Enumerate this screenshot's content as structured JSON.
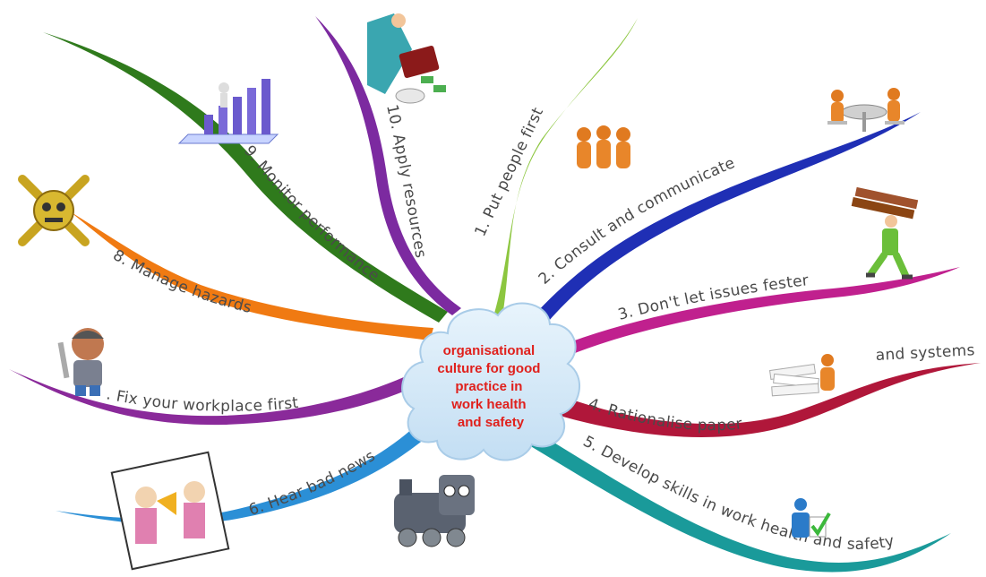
{
  "center": {
    "lines": [
      "organisational",
      "culture for good",
      "practice in",
      "work health",
      "and safety"
    ],
    "text_color": "#e0201c",
    "cloud_color": "#cfe6f7"
  },
  "branches": [
    {
      "id": "put-people-first",
      "label": "1. Put people first",
      "color": "#8cc63f",
      "icon": "people-group-icon"
    },
    {
      "id": "consult-communicate",
      "label": "2. Consult and communicate",
      "color": "#1f2fb5",
      "icon": "meeting-table-icon"
    },
    {
      "id": "issues-fester",
      "label": "3. Don't let issues fester",
      "color": "#c0208e",
      "icon": "worker-carrying-planks-icon"
    },
    {
      "id": "rationalise-paperwork",
      "label": "4. Rationalise paperwork",
      "extra": "and systems",
      "color": "#b0173a",
      "icon": "paperwork-pile-icon"
    },
    {
      "id": "develop-skills",
      "label": "5. Develop skills in work health and safety",
      "color": "#1a9a9a",
      "icon": "person-checkmark-icon"
    },
    {
      "id": "hear-bad-news",
      "label": "6. Hear bad news",
      "color": "#2b8fd6",
      "icon": "megaphone-people-icon"
    },
    {
      "id": "fix-workplace",
      "label": ". Fix your workplace first",
      "color": "#8a2a9a",
      "icon": "wrench-worker-icon"
    },
    {
      "id": "manage-hazards",
      "label": "8. Manage hazards",
      "color": "#f07a12",
      "icon": "skull-crossbones-icon"
    },
    {
      "id": "monitor-performance",
      "label": "9. Monitor performance",
      "color": "#2f7a1c",
      "icon": "bar-chart-icon"
    },
    {
      "id": "apply-resources",
      "label": "10. Apply resources",
      "color": "#7c2aa0",
      "icon": "money-briefcase-icon"
    }
  ],
  "extra_icons": [
    {
      "name": "train-icon"
    }
  ]
}
